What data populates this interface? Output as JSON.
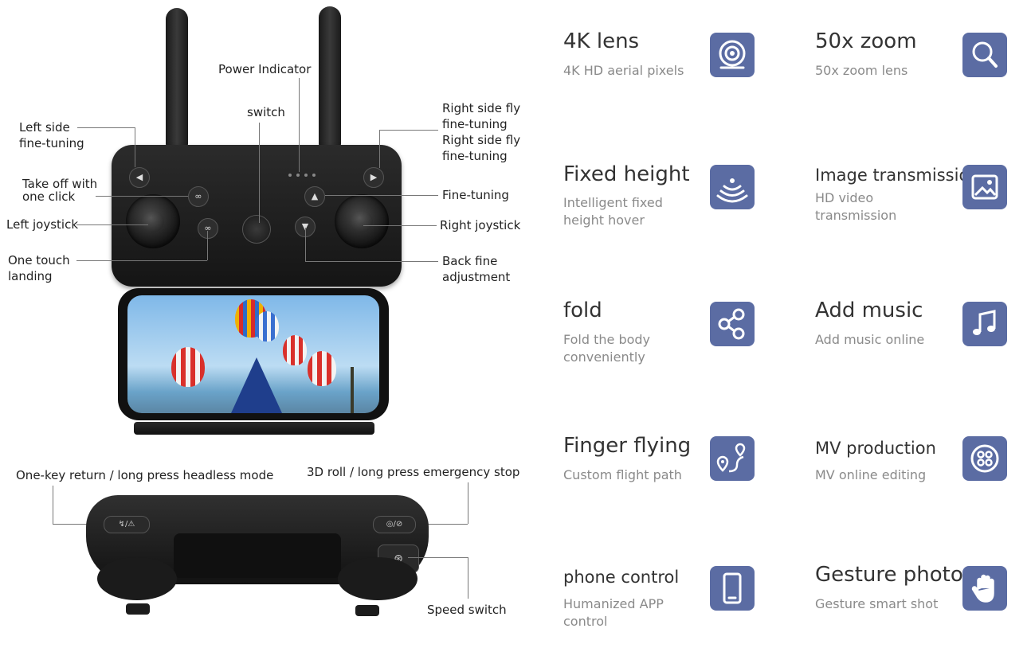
{
  "callouts": {
    "power_indicator": "Power Indicator",
    "switch": "switch",
    "left_side": "Left side",
    "left_fine": "fine-tuning",
    "right_side_fly_1": "Right side fly",
    "right_fine_1": "fine-tuning",
    "right_side_fly_2": "Right side fly",
    "right_fine_2": "fine-tuning",
    "takeoff_1": "Take off with",
    "takeoff_2": "one click",
    "fine_tuning": "Fine-tuning",
    "left_joystick": "Left joystick",
    "right_joystick": "Right joystick",
    "landing_1": "One touch",
    "landing_2": "landing",
    "back_1": "Back fine",
    "back_2": "adjustment",
    "one_key_return": "One-key return / long press headless mode",
    "roll": "3D roll / long press emergency stop",
    "speed_switch": "Speed switch"
  },
  "features": [
    {
      "title": "4K lens",
      "desc": "4K HD aerial pixels",
      "icon": "camera-icon"
    },
    {
      "title": "50x zoom",
      "desc": "50x zoom lens",
      "icon": "magnifier-icon"
    },
    {
      "title": "Fixed height",
      "desc": "Intelligent fixed height hover",
      "icon": "signal-icon"
    },
    {
      "title": "Image transmission",
      "desc": "HD video transmission",
      "icon": "image-icon"
    },
    {
      "title": "fold",
      "desc": "Fold the body conveniently",
      "icon": "share-icon"
    },
    {
      "title": "Add music",
      "desc": "Add music online",
      "icon": "music-note-icon"
    },
    {
      "title": "Finger flying",
      "desc": "Custom flight path",
      "icon": "route-icon"
    },
    {
      "title": "MV production",
      "desc": "MV online editing",
      "icon": "film-reel-icon"
    },
    {
      "title": "phone control",
      "desc": "Humanized APP control",
      "icon": "smartphone-icon"
    },
    {
      "title": "Gesture photo",
      "desc": "Gesture smart shot",
      "icon": "hand-icon"
    }
  ],
  "colors": {
    "icon_bg": "#5b6ca3",
    "title": "#333333",
    "desc": "#8a8a8a"
  }
}
